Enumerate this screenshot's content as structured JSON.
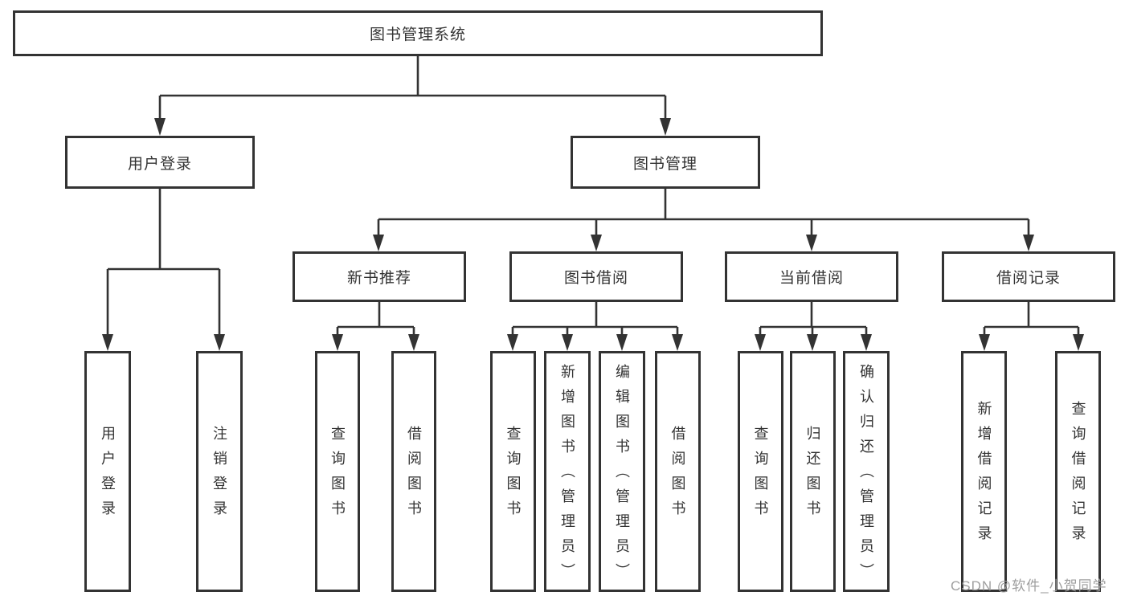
{
  "diagram": {
    "type": "tree",
    "line_color": "#333333",
    "box_background": "#ffffff",
    "tree": {
      "root": "图书管理系统",
      "children": [
        {
          "label": "用户登录",
          "children": [
            {
              "label": "用户登录"
            },
            {
              "label": "注销登录"
            }
          ]
        },
        {
          "label": "图书管理",
          "children": [
            {
              "label": "新书推荐",
              "children": [
                {
                  "label": "查询图书"
                },
                {
                  "label": "借阅图书"
                }
              ]
            },
            {
              "label": "图书借阅",
              "children": [
                {
                  "label": "查询图书"
                },
                {
                  "label": "新增图书（管理员）"
                },
                {
                  "label": "编辑图书（管理员）"
                },
                {
                  "label": "借阅图书"
                }
              ]
            },
            {
              "label": "当前借阅",
              "children": [
                {
                  "label": "查询图书"
                },
                {
                  "label": "归还图书"
                },
                {
                  "label": "确认归还（管理员）"
                }
              ]
            },
            {
              "label": "借阅记录",
              "children": [
                {
                  "label": "新增借阅记录"
                },
                {
                  "label": "查询借阅记录"
                }
              ]
            }
          ]
        }
      ]
    }
  },
  "watermark": {
    "text": "CSDN @软件_小贺同学",
    "color": "#9e9e9e"
  }
}
